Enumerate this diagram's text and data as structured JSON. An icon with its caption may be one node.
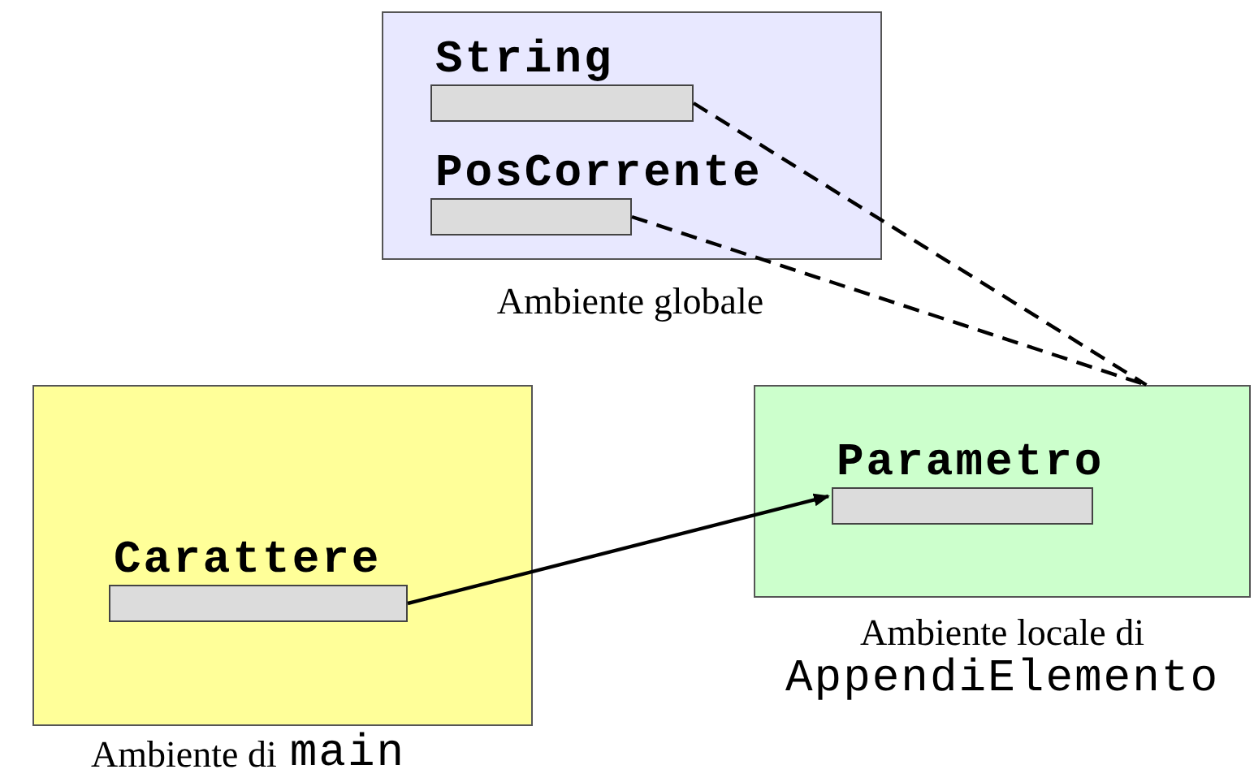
{
  "diagram": {
    "nodes": [
      {
        "text": [
          "Ambiente globale"
        ]
      },
      {
        "text": [
          "String"
        ],
        "in": 0
      },
      {
        "text": [
          "PosCorrente"
        ],
        "in": 0
      },
      {
        "text": [
          "Ambiente di",
          "main"
        ]
      },
      {
        "text": [
          "Carattere"
        ],
        "in": 3
      },
      {
        "text": [
          "Ambiente locale di",
          "AppendiElemento"
        ]
      },
      {
        "text": [
          "Parametro"
        ],
        "in": 5
      }
    ],
    "edges": [
      {
        "from": 1,
        "to": 5,
        "arrow": "none",
        "style": "dashed"
      },
      {
        "from": 2,
        "to": 5,
        "arrow": "none",
        "style": "dashed"
      },
      {
        "from": 4,
        "to": 6,
        "arrow": "to"
      }
    ]
  }
}
